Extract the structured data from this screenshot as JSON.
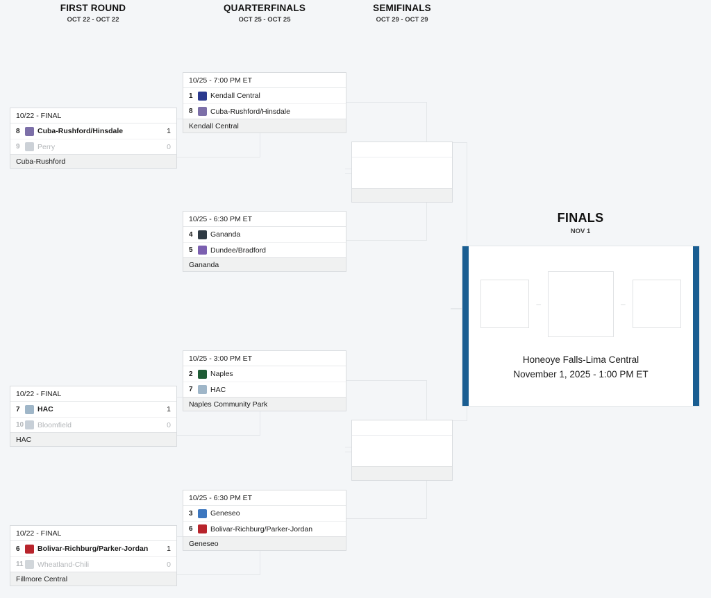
{
  "page": {
    "background": "#f4f6f8",
    "accent_blue": "#1a5e92"
  },
  "rounds": [
    {
      "title": "FIRST ROUND",
      "dates": "OCT 22 - OCT 22"
    },
    {
      "title": "QUARTERFINALS",
      "dates": "OCT 25 - OCT 25"
    },
    {
      "title": "SEMIFINALS",
      "dates": "OCT 29 - OCT 29"
    }
  ],
  "finals": {
    "title": "FINALS",
    "date": "NOV 1",
    "venue": "Honeoye Falls-Lima Central",
    "datetime": "November 1, 2025 - 1:00 PM ET"
  },
  "first_round": [
    {
      "status": "10/22 - FINAL",
      "venue": "Cuba-Rushford",
      "teams": [
        {
          "seed": "8",
          "name": "Cuba-Rushford/Hinsdale",
          "score": "1",
          "result": "winner",
          "logo_color": "#7c6fa8"
        },
        {
          "seed": "9",
          "name": "Perry",
          "score": "0",
          "result": "loser",
          "logo_color": "#8f9aa6"
        }
      ]
    },
    {
      "status": "10/22 - FINAL",
      "venue": "HAC",
      "teams": [
        {
          "seed": "7",
          "name": "HAC",
          "score": "1",
          "result": "winner",
          "logo_color": "#9fb6c8"
        },
        {
          "seed": "10",
          "name": "Bloomfield",
          "score": "0",
          "result": "loser",
          "logo_color": "#8294a6"
        }
      ]
    },
    {
      "status": "10/22 - FINAL",
      "venue": "Fillmore Central",
      "teams": [
        {
          "seed": "6",
          "name": "Bolivar-Richburg/Parker-Jordan",
          "score": "1",
          "result": "winner",
          "logo_color": "#b8242c"
        },
        {
          "seed": "11",
          "name": "Wheatland-Chili",
          "score": "0",
          "result": "loser",
          "logo_color": "#9aa4ad"
        }
      ]
    }
  ],
  "quarterfinals": [
    {
      "status": "10/25 - 7:00 PM ET",
      "venue": "Kendall Central",
      "teams": [
        {
          "seed": "1",
          "name": "Kendall Central",
          "score": "",
          "result": "upcoming",
          "logo_color": "#2b3a8f"
        },
        {
          "seed": "8",
          "name": "Cuba-Rushford/Hinsdale",
          "score": "",
          "result": "upcoming",
          "logo_color": "#7c6fa8"
        }
      ]
    },
    {
      "status": "10/25 - 6:30 PM ET",
      "venue": "Gananda",
      "teams": [
        {
          "seed": "4",
          "name": "Gananda",
          "score": "",
          "result": "upcoming",
          "logo_color": "#2f3a44"
        },
        {
          "seed": "5",
          "name": "Dundee/Bradford",
          "score": "",
          "result": "upcoming",
          "logo_color": "#7b5fb0"
        }
      ]
    },
    {
      "status": "10/25 - 3:00 PM ET",
      "venue": "Naples Community Park",
      "teams": [
        {
          "seed": "2",
          "name": "Naples",
          "score": "",
          "result": "upcoming",
          "logo_color": "#1f5c36"
        },
        {
          "seed": "7",
          "name": "HAC",
          "score": "",
          "result": "upcoming",
          "logo_color": "#9fb6c8"
        }
      ]
    },
    {
      "status": "10/25 - 6:30 PM ET",
      "venue": "Geneseo",
      "teams": [
        {
          "seed": "3",
          "name": "Geneseo",
          "score": "",
          "result": "upcoming",
          "logo_color": "#3d77bf"
        },
        {
          "seed": "6",
          "name": "Bolivar-Richburg/Parker-Jordan",
          "score": "",
          "result": "upcoming",
          "logo_color": "#b8242c"
        }
      ]
    }
  ],
  "semifinals": [
    {
      "status": "",
      "venue": "",
      "teams": []
    },
    {
      "status": "",
      "venue": "",
      "teams": []
    }
  ]
}
